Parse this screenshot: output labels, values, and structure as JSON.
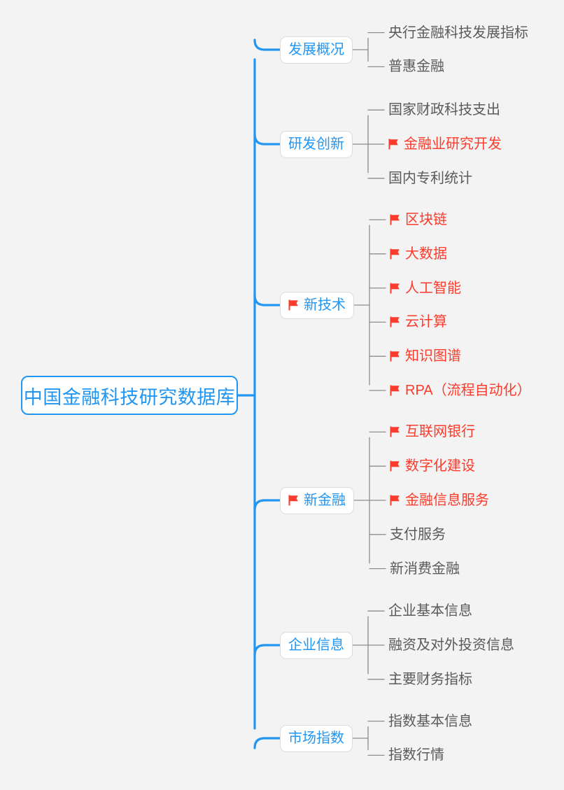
{
  "diagram": {
    "type": "mindmap",
    "background_color": "#f3f3f3",
    "root_color": "#2196f3",
    "branch_color": "#2196f3",
    "leaf_color": "#5a5a5a",
    "flag_color": "#fb3b2b",
    "root": {
      "label": "中国金融科技研究数据库",
      "flagged": false
    },
    "branches": [
      {
        "label": "发展概况",
        "flagged": false,
        "children": [
          {
            "label": "央行金融科技发展指标",
            "flagged": false
          },
          {
            "label": "普惠金融",
            "flagged": false
          }
        ]
      },
      {
        "label": "研发创新",
        "flagged": false,
        "children": [
          {
            "label": "国家财政科技支出",
            "flagged": false
          },
          {
            "label": "金融业研究开发",
            "flagged": true
          },
          {
            "label": "国内专利统计",
            "flagged": false
          }
        ]
      },
      {
        "label": "新技术",
        "flagged": true,
        "children": [
          {
            "label": "区块链",
            "flagged": true
          },
          {
            "label": "大数据",
            "flagged": true
          },
          {
            "label": "人工智能",
            "flagged": true
          },
          {
            "label": "云计算",
            "flagged": true
          },
          {
            "label": "知识图谱",
            "flagged": true
          },
          {
            "label": "RPA（流程自动化）",
            "flagged": true
          }
        ]
      },
      {
        "label": "新金融",
        "flagged": true,
        "children": [
          {
            "label": "互联网银行",
            "flagged": true
          },
          {
            "label": "数字化建设",
            "flagged": true
          },
          {
            "label": "金融信息服务",
            "flagged": true
          },
          {
            "label": "支付服务",
            "flagged": false
          },
          {
            "label": "新消费金融",
            "flagged": false
          }
        ]
      },
      {
        "label": "企业信息",
        "flagged": false,
        "children": [
          {
            "label": "企业基本信息",
            "flagged": false
          },
          {
            "label": "融资及对外投资信息",
            "flagged": false
          },
          {
            "label": "主要财务指标",
            "flagged": false
          }
        ]
      },
      {
        "label": "市场指数",
        "flagged": false,
        "children": [
          {
            "label": "指数基本信息",
            "flagged": false
          },
          {
            "label": "指数行情",
            "flagged": false
          }
        ]
      }
    ],
    "icons": {
      "flag": "red-flag-icon"
    }
  }
}
